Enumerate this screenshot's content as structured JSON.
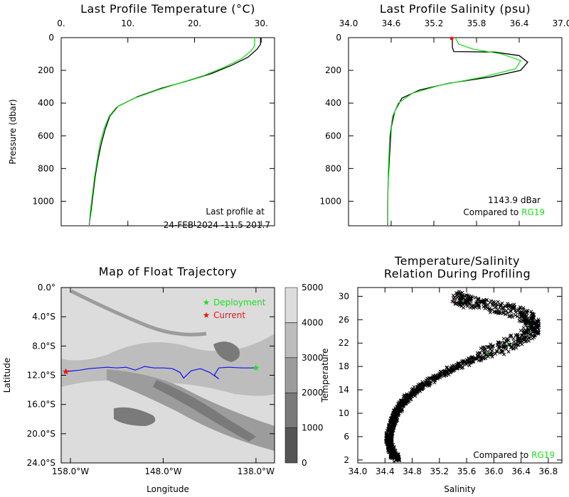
{
  "colors": {
    "argo": "#000000",
    "climatology": "#22dd22",
    "trajectory": "#1010ee",
    "deployment": "#22dd22",
    "current": "#ee1111"
  },
  "chart_data": [
    {
      "type": "line",
      "title": "Last Profile Temperature (°C)",
      "xlabel": "",
      "ylabel": "Pressure (dbar)",
      "xlim": [
        0,
        32
      ],
      "ylim": [
        1150,
        0
      ],
      "x_ticks": [
        {
          "v": 0,
          "t": "0."
        },
        {
          "v": 10,
          "t": "10."
        },
        {
          "v": 20,
          "t": "20."
        },
        {
          "v": 30,
          "t": "30."
        }
      ],
      "y_ticks": [
        0,
        200,
        400,
        600,
        800,
        1000
      ],
      "annotation": [
        "Last profile at",
        "24-FEB-2024   -11.5 201.7"
      ],
      "series": [
        {
          "role": "argo",
          "points": [
            [
              29.9,
              0
            ],
            [
              29.9,
              40
            ],
            [
              29.4,
              70
            ],
            [
              28.0,
              120
            ],
            [
              25.5,
              170
            ],
            [
              22.5,
              220
            ],
            [
              18.5,
              270
            ],
            [
              15.0,
              310
            ],
            [
              11.5,
              360
            ],
            [
              8.5,
              420
            ],
            [
              7.3,
              480
            ],
            [
              6.6,
              560
            ],
            [
              6.0,
              650
            ],
            [
              5.5,
              750
            ],
            [
              5.1,
              850
            ],
            [
              4.8,
              950
            ],
            [
              4.5,
              1050
            ],
            [
              4.2,
              1143.9
            ]
          ]
        },
        {
          "role": "climatology",
          "points": [
            [
              29.0,
              0
            ],
            [
              29.0,
              50
            ],
            [
              28.5,
              80
            ],
            [
              27.0,
              130
            ],
            [
              24.5,
              180
            ],
            [
              21.5,
              230
            ],
            [
              18.0,
              275
            ],
            [
              14.5,
              320
            ],
            [
              11.0,
              370
            ],
            [
              8.3,
              425
            ],
            [
              7.2,
              480
            ],
            [
              6.4,
              560
            ],
            [
              5.8,
              650
            ],
            [
              5.4,
              750
            ],
            [
              5.0,
              850
            ],
            [
              4.7,
              950
            ],
            [
              4.4,
              1050
            ],
            [
              4.2,
              1140
            ]
          ]
        }
      ]
    },
    {
      "type": "line",
      "title": "Last Profile Salinity (psu)",
      "xlabel": "",
      "ylabel": "",
      "xlim": [
        34.0,
        37.0
      ],
      "ylim": [
        1150,
        0
      ],
      "x_ticks": [
        {
          "v": 34.0,
          "t": "34.0"
        },
        {
          "v": 34.6,
          "t": "34.6"
        },
        {
          "v": 35.2,
          "t": "35.2"
        },
        {
          "v": 35.8,
          "t": "35.8"
        },
        {
          "v": 36.4,
          "t": "36.4"
        },
        {
          "v": 37.0,
          "t": "37.0"
        }
      ],
      "y_ticks": [
        0,
        200,
        400,
        600,
        800,
        1000
      ],
      "annotation": [
        "1143.9 dBar",
        "Compared to ",
        "RG19"
      ],
      "series": [
        {
          "role": "argo",
          "points": [
            [
              35.46,
              0
            ],
            [
              35.46,
              60
            ],
            [
              35.48,
              85
            ],
            [
              36.05,
              88
            ],
            [
              36.4,
              110
            ],
            [
              36.52,
              150
            ],
            [
              36.42,
              200
            ],
            [
              36.0,
              240
            ],
            [
              35.4,
              280
            ],
            [
              35.0,
              320
            ],
            [
              34.75,
              370
            ],
            [
              34.65,
              450
            ],
            [
              34.6,
              550
            ],
            [
              34.58,
              700
            ],
            [
              34.56,
              850
            ],
            [
              34.55,
              1000
            ],
            [
              34.55,
              1143.9
            ]
          ]
        },
        {
          "role": "climatology",
          "points": [
            [
              35.5,
              0
            ],
            [
              35.55,
              40
            ],
            [
              35.75,
              70
            ],
            [
              36.15,
              100
            ],
            [
              36.42,
              140
            ],
            [
              36.35,
              190
            ],
            [
              35.9,
              240
            ],
            [
              35.3,
              290
            ],
            [
              34.9,
              340
            ],
            [
              34.7,
              400
            ],
            [
              34.62,
              480
            ],
            [
              34.58,
              600
            ],
            [
              34.56,
              800
            ],
            [
              34.55,
              1000
            ],
            [
              34.55,
              1140
            ]
          ]
        }
      ],
      "markers": [
        {
          "role": "current",
          "x": 35.45,
          "y": 5
        }
      ]
    },
    {
      "type": "map",
      "title": "Map of Float Trajectory",
      "xlabel": "Longitude",
      "ylabel": "Latitude",
      "xlim": [
        -159.0,
        -136.0
      ],
      "ylim": [
        -24.0,
        0.0
      ],
      "x_ticks": [
        {
          "v": -158.0,
          "t": "158.0°W"
        },
        {
          "v": -148.0,
          "t": "148.0°W"
        },
        {
          "v": -138.0,
          "t": "138.0°W"
        }
      ],
      "y_ticks": [
        {
          "v": 0.0,
          "t": "0.0°"
        },
        {
          "v": -4.0,
          "t": "4.0°S"
        },
        {
          "v": -8.0,
          "t": "8.0°S"
        },
        {
          "v": -12.0,
          "t": "12.0°S"
        },
        {
          "v": -16.0,
          "t": "16.0°S"
        },
        {
          "v": -20.0,
          "t": "20.0°S"
        },
        {
          "v": -24.0,
          "t": "24.0°S"
        }
      ],
      "legend": [
        {
          "role": "deployment",
          "label": "Deployment"
        },
        {
          "role": "current",
          "label": "Current"
        }
      ],
      "colorbar": {
        "levels": [
          0,
          1000,
          2000,
          3000,
          4000,
          5000
        ],
        "colors": [
          "#555555",
          "#7a7a7a",
          "#9c9c9c",
          "#bdbdbd",
          "#dcdcdc"
        ]
      },
      "deployment": [
        -138.0,
        -11.0
      ],
      "current": [
        -158.5,
        -11.5
      ],
      "trajectory": [
        [
          -138.0,
          -11.0
        ],
        [
          -139.5,
          -11.0
        ],
        [
          -141.0,
          -10.9
        ],
        [
          -142.0,
          -11.0
        ],
        [
          -142.5,
          -12.0
        ],
        [
          -142.0,
          -12.5
        ],
        [
          -143.0,
          -11.6
        ],
        [
          -144.0,
          -11.1
        ],
        [
          -145.0,
          -11.4
        ],
        [
          -145.8,
          -12.4
        ],
        [
          -146.2,
          -11.6
        ],
        [
          -147.0,
          -11.1
        ],
        [
          -148.0,
          -11.0
        ],
        [
          -149.0,
          -11.0
        ],
        [
          -150.0,
          -10.8
        ],
        [
          -151.0,
          -11.3
        ],
        [
          -152.0,
          -10.9
        ],
        [
          -153.0,
          -11.0
        ],
        [
          -154.0,
          -10.9
        ],
        [
          -155.0,
          -11.0
        ],
        [
          -156.0,
          -11.1
        ],
        [
          -157.0,
          -11.3
        ],
        [
          -158.5,
          -11.5
        ]
      ]
    },
    {
      "type": "scatter",
      "title": [
        "Temperature/Salinity",
        "Relation During Profiling"
      ],
      "xlabel": "Salinity",
      "ylabel": "Temperature",
      "xlim": [
        34.0,
        37.0
      ],
      "ylim": [
        1.5,
        31.5
      ],
      "x_ticks": [
        34.0,
        34.4,
        34.8,
        35.2,
        35.6,
        36.0,
        36.4,
        36.8
      ],
      "y_ticks": [
        2,
        6,
        10,
        14,
        18,
        22,
        26,
        30
      ],
      "annotation": [
        "Compared to ",
        "RG19"
      ],
      "curve": [
        [
          34.58,
          2.2
        ],
        [
          34.52,
          3.0
        ],
        [
          34.46,
          4.5
        ],
        [
          34.46,
          6.0
        ],
        [
          34.5,
          8.0
        ],
        [
          34.56,
          10.0
        ],
        [
          34.68,
          12.0
        ],
        [
          34.86,
          14.0
        ],
        [
          35.12,
          16.0
        ],
        [
          35.45,
          18.0
        ],
        [
          35.85,
          20.0
        ],
        [
          36.25,
          22.0
        ],
        [
          36.55,
          24.0
        ],
        [
          36.6,
          25.5
        ],
        [
          36.4,
          27.0
        ],
        [
          36.0,
          28.2
        ],
        [
          35.6,
          29.2
        ],
        [
          35.45,
          30.0
        ]
      ]
    }
  ]
}
